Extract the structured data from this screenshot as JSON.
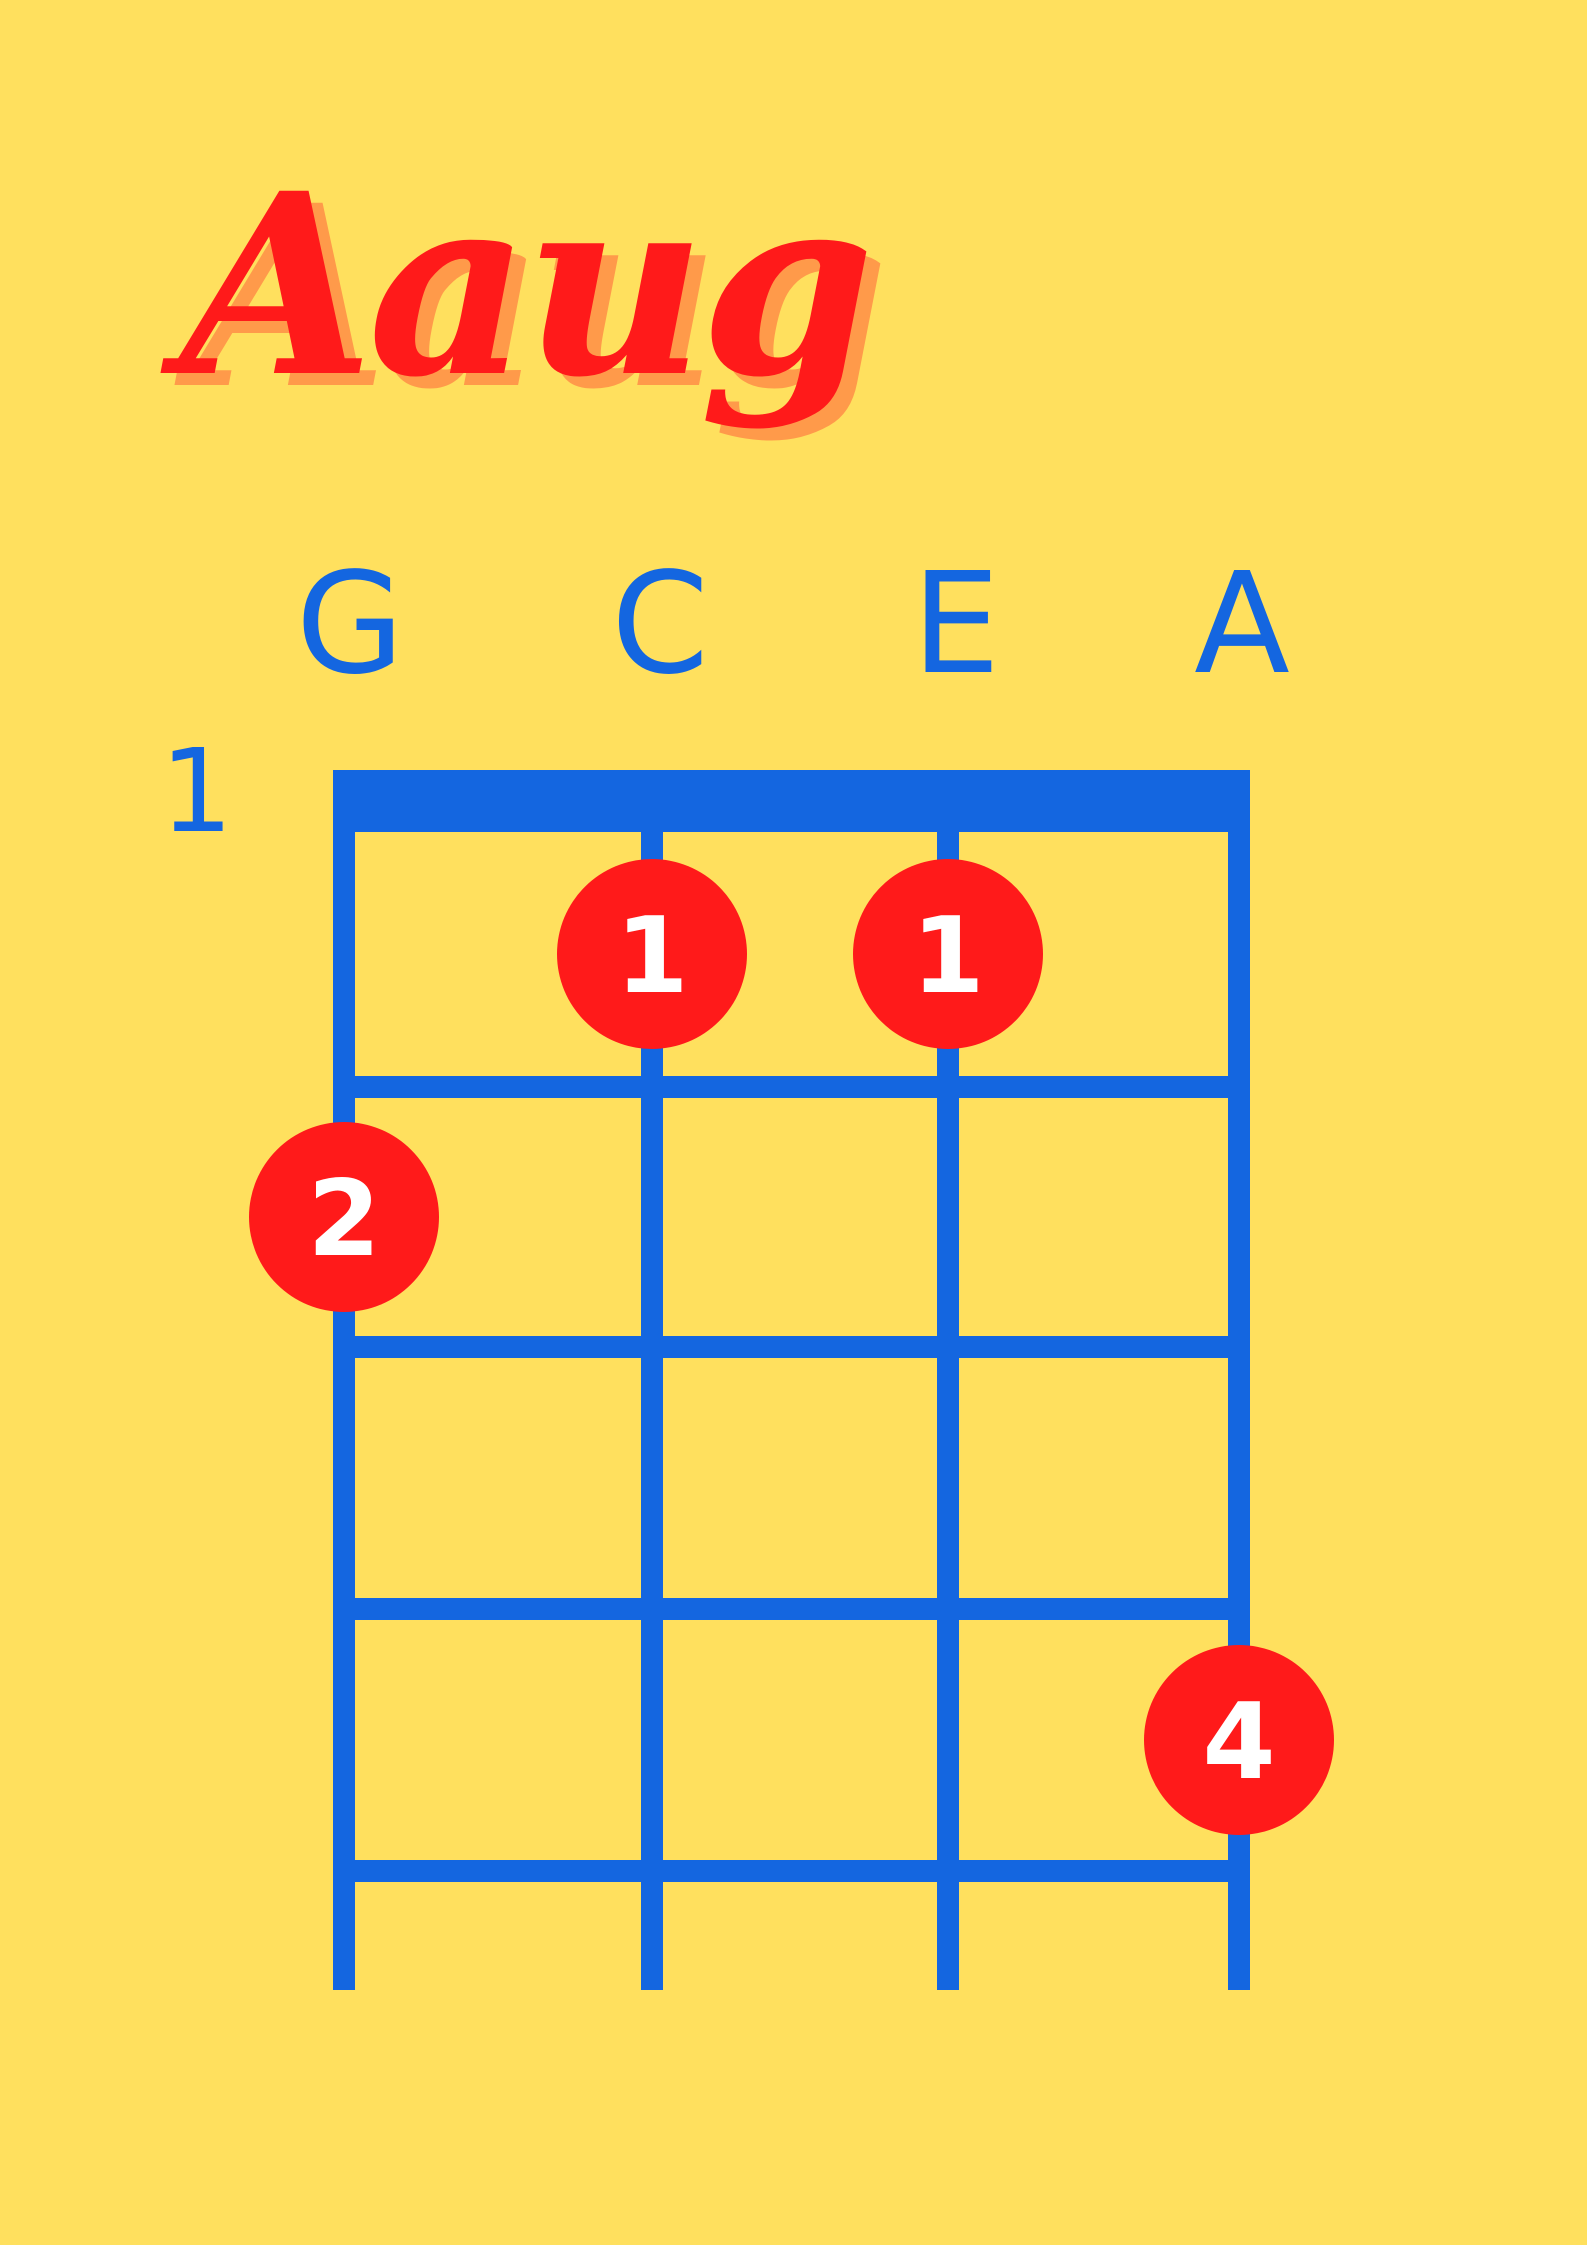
{
  "chord": {
    "name": "Aaug"
  },
  "strings": [
    "G",
    "C",
    "E",
    "A"
  ],
  "start_fret": "1",
  "fret_count": 4,
  "colors": {
    "background": "#FFE05E",
    "grid": "#1466E0",
    "title": "#FF1A1A",
    "title_shadow": "#FF9A4A",
    "dot": "#FF1A1A",
    "dot_text": "#FFFFFF"
  },
  "fingering": [
    {
      "string": "G",
      "fret": 2,
      "finger": "2"
    },
    {
      "string": "C",
      "fret": 1,
      "finger": "1"
    },
    {
      "string": "E",
      "fret": 1,
      "finger": "1"
    },
    {
      "string": "A",
      "fret": 4,
      "finger": "4"
    }
  ]
}
